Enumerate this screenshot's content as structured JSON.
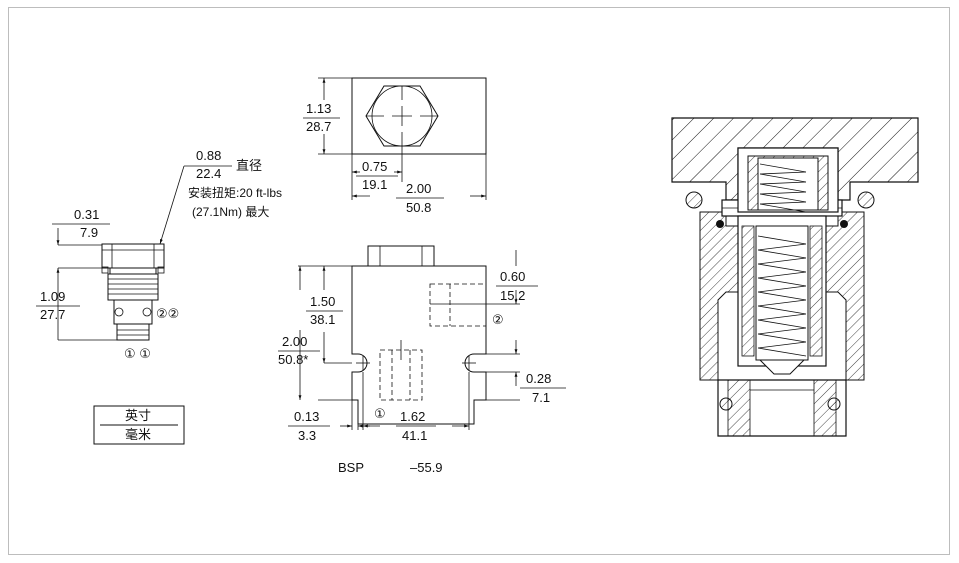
{
  "cartridge": {
    "hex_width_in": "0.88",
    "hex_width_mm": "22.4",
    "hex_width_suffix": "直径",
    "torque_line1": "安装扭矩:20 ft-lbs",
    "torque_line2": "(27.1Nm) 最大",
    "hex_height_in": "0.31",
    "hex_height_mm": "7.9",
    "body_length_in": "1.09",
    "body_length_mm": "27.7",
    "port2_label": "②②",
    "port1_label": "① ①"
  },
  "units_legend": {
    "inch": "英寸",
    "mm": "毫米"
  },
  "top_view": {
    "height_in": "1.13",
    "height_mm": "28.7",
    "offset_in": "0.75",
    "offset_mm": "19.1",
    "width_in": "2.00",
    "width_mm": "50.8"
  },
  "front_view": {
    "upper_in": "1.50",
    "upper_mm": "38.1",
    "total_in": "2.00",
    "total_mm": "50.8*",
    "port2_in": "0.60",
    "port2_mm": "15.2",
    "port2_label": "②",
    "mount_in": "0.28",
    "mount_mm": "7.1",
    "edge_in": "0.13",
    "edge_mm": "3.3",
    "port1_label": "①",
    "hole_spacing_in": "1.62",
    "hole_spacing_mm": "41.1"
  },
  "footer": {
    "thread_type": "BSP",
    "part_suffix": "–55.9"
  }
}
